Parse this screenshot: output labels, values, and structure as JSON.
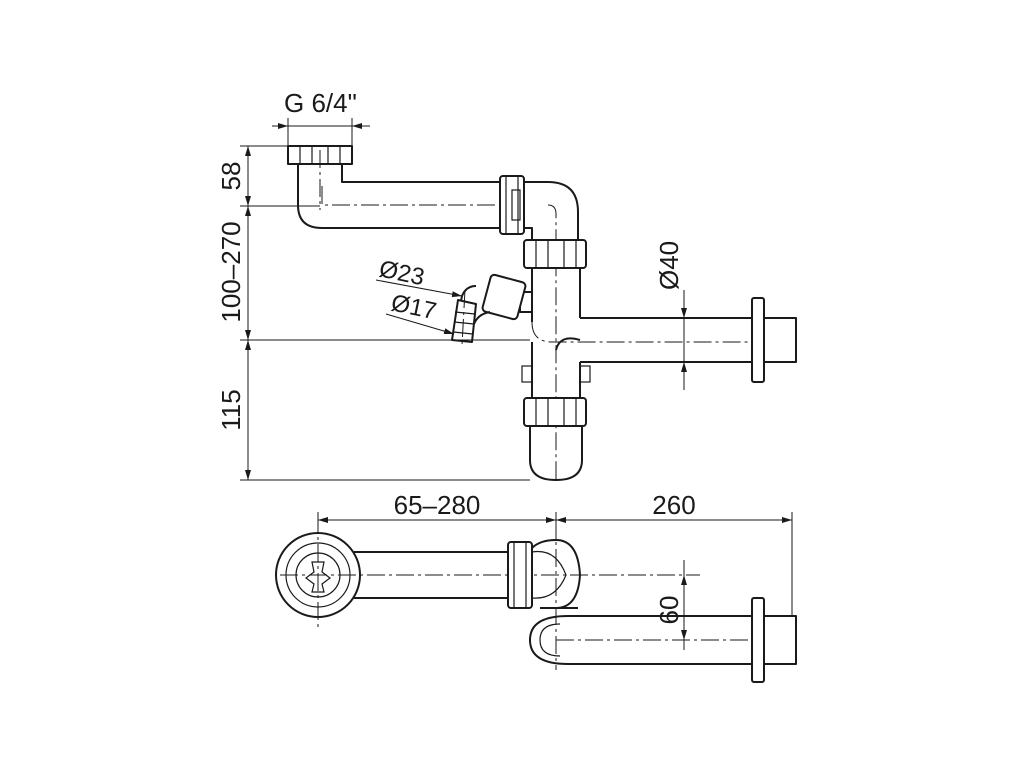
{
  "dimensions": {
    "thread": "G 6/4\"",
    "height_top": "58",
    "height_adjust": "100–270",
    "height_bottom": "115",
    "dia_outer_inlet": "Ø23",
    "dia_inner_inlet": "Ø17",
    "dia_outlet": "Ø40",
    "length_arm": "65–280",
    "length_outlet": "260",
    "offset": "60"
  },
  "colors": {
    "line": "#1a1a1a",
    "background": "#ffffff"
  }
}
